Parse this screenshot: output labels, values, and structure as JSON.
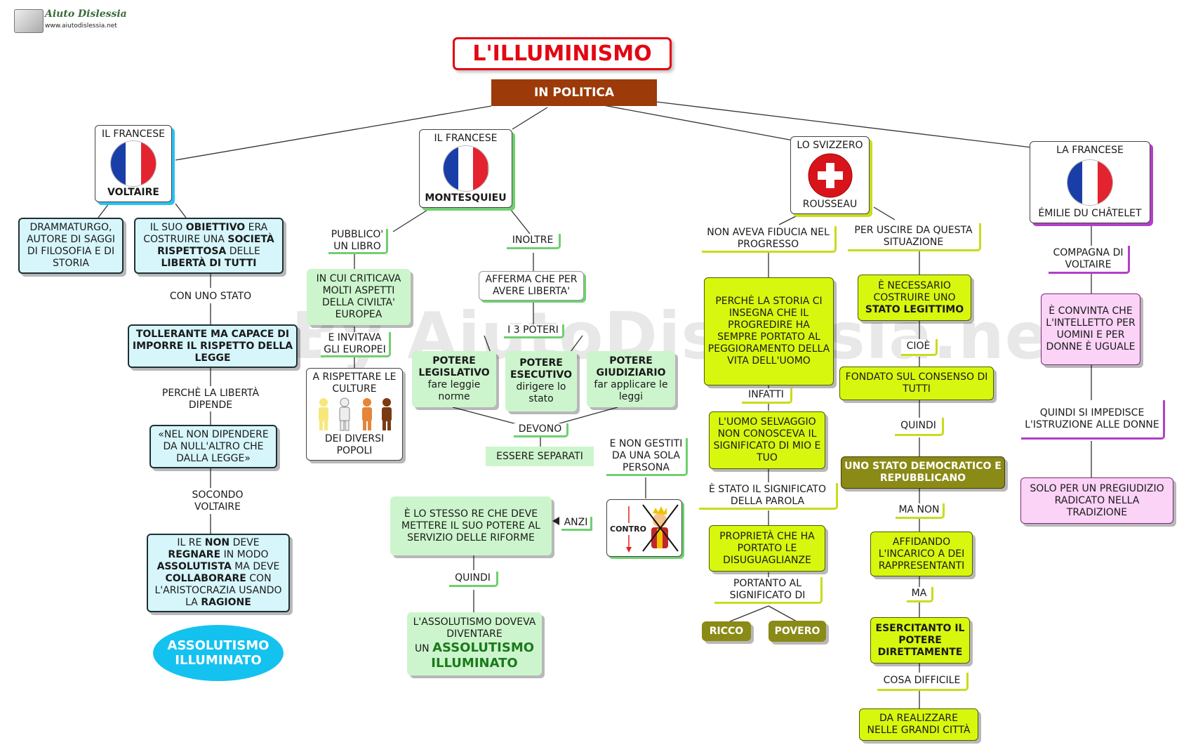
{
  "logo": {
    "name": "Aiuto Dislessia",
    "url": "www.aiutodislessia.net"
  },
  "watermark": "By AiutoDislessia.net",
  "title": "L'ILLUMINISMO",
  "subtitle": "IN POLITICA",
  "colors": {
    "title_red": "#e30613",
    "subtitle_brown": "#9c3a0a",
    "cyan": "#d7f6fb",
    "light_green": "#cdf5cd",
    "lime": "#d8f70e",
    "pink": "#fbd3f7",
    "olive": "#8a8a16",
    "oval_blue": "#14c2f0"
  },
  "voltaire": {
    "header": "IL FRANCESE",
    "name": "VOLTAIRE",
    "bio": "DRAMMATURGO, AUTORE DI SAGGI DI FILOSOFIA E DI STORIA",
    "goal": [
      "IL SUO ",
      "OBIETTIVO",
      " ERA COSTRUIRE UNA ",
      "SOCIETÀ RISPETTOSA",
      " DELLE ",
      "LIBERTÀ DI TUTTI"
    ],
    "link1": "CON UNO STATO",
    "state": "TOLLERANTE MA CAPACE DI IMPORRE IL RISPETTO DELLA LEGGE",
    "link2": "PERCHÈ LA LIBERTÀ DIPENDE",
    "quote": "«NEL NON DIPENDERE DA NULL'ALTRO CHE DALLA LEGGE»",
    "link3": "SOCONDO VOLTAIRE",
    "king": [
      "IL RE ",
      "NON",
      " DEVE ",
      "REGNARE",
      " IN MODO ",
      "ASSOLUTISTA",
      " MA DEVE ",
      "COLLABORARE",
      " CON L'ARISTOCRAZIA USANDO LA ",
      "RAGIONE"
    ],
    "oval": "ASSOLUTISMO ILLUMINATO"
  },
  "montesquieu": {
    "header": "IL FRANCESE",
    "name": "MONTESQUIEU",
    "left_link": "PUBBLICO' UN LIBRO",
    "book": "IN CUI CRITICAVA MOLTI ASPETTI DELLA CIVILTA' EUROPEA",
    "invite": "E INVITAVA GLI EUROPEI",
    "respect_top": "A RISPETTARE LE CULTURE",
    "respect_bottom": "DEI DIVERSI POPOLI",
    "right_link": "INOLTRE",
    "claim": "AFFERMA CHE PER AVERE LIBERTA'",
    "powers_label": "I 3 POTERI",
    "powers": [
      {
        "name": "POTERE LEGISLATIVO",
        "desc": "fare leggie norme"
      },
      {
        "name": "POTERE ESECUTIVO",
        "desc": "dirigere lo stato"
      },
      {
        "name": "POTERE GIUDIZIARIO",
        "desc": "far applicare le leggi"
      }
    ],
    "must": "DEVONO",
    "separate": "ESSERE SEPARATI",
    "not_managed": "E NON GESTITI DA UNA SOLA PERSONA",
    "contro": "CONTRO",
    "anzi": "ANZI",
    "same_king": "È  LO STESSO RE CHE DEVE METTERE IL SUO POTERE AL SERVIZIO DELLE RIFORME",
    "quindi": "QUINDI",
    "absolutism": [
      "L'ASSOLUTISMO DOVEVA DIVENTARE",
      "UN ",
      "ASSOLUTISMO ILLUMINATO"
    ]
  },
  "rousseau": {
    "header": "LO SVIZZERO",
    "name": "ROUSSEAU",
    "left_link": "NON AVEVA FIDUCIA NEL PROGRESSO",
    "why": "PERCHÈ LA STORIA CI INSEGNA CHE IL PROGREDIRE HA SEMPRE PORTATO AL PEGGIORAMENTO DELLA VITA DELL'UOMO",
    "infatti": "INFATTI",
    "savage": "L'UOMO SELVAGGIO NON CONOSCEVA IL SIGNIFICATO DI MIO E TUO",
    "meaning": "È STATO IL SIGNIFICATO DELLA PAROLA",
    "property": "PROPRIETÀ CHE HA PORTATO LE DISUGUAGLIANZE",
    "bringing": "PORTANTO AL SIGNIFICATO DI",
    "rich": "RICCO",
    "poor": "POVERO",
    "right_link": "PER USCIRE DA QUESTA SITUAZIONE",
    "necessary": [
      "È NECESSARIO COSTRUIRE UNO",
      "STATO LEGITTIMO"
    ],
    "cioe": "CIOÈ",
    "consent": "FONDATO SUL CONSENSO DI TUTTI",
    "quindi": "QUINDI",
    "democratic": "UNO STATO DEMOCRATICO E REPUBBLICANO",
    "ma_non": "MA NON",
    "entrust": "AFFIDANDO L'INCARICO A DEI RAPPRESENTANTI",
    "ma": "MA",
    "direct": "ESERCITANTO IL POTERE DIRETTAMENTE",
    "difficult": "COSA DIFFICILE",
    "cities": "DA REALIZZARE NELLE GRANDI CITTÀ"
  },
  "chatelet": {
    "header": "LA FRANCESE",
    "name": "ÉMILIE DU CHÂTELET",
    "link1": "COMPAGNA DI VOLTAIRE",
    "belief": "È CONVINTA CHE L'INTELLETTO PER UOMINI E PER DONNE È UGUALE",
    "link2": "QUINDI SI IMPEDISCE L'ISTRUZIONE ALLE DONNE",
    "prejudice": "SOLO PER UN PREGIUDIZIO RADICATO NELLA TRADIZIONE"
  }
}
